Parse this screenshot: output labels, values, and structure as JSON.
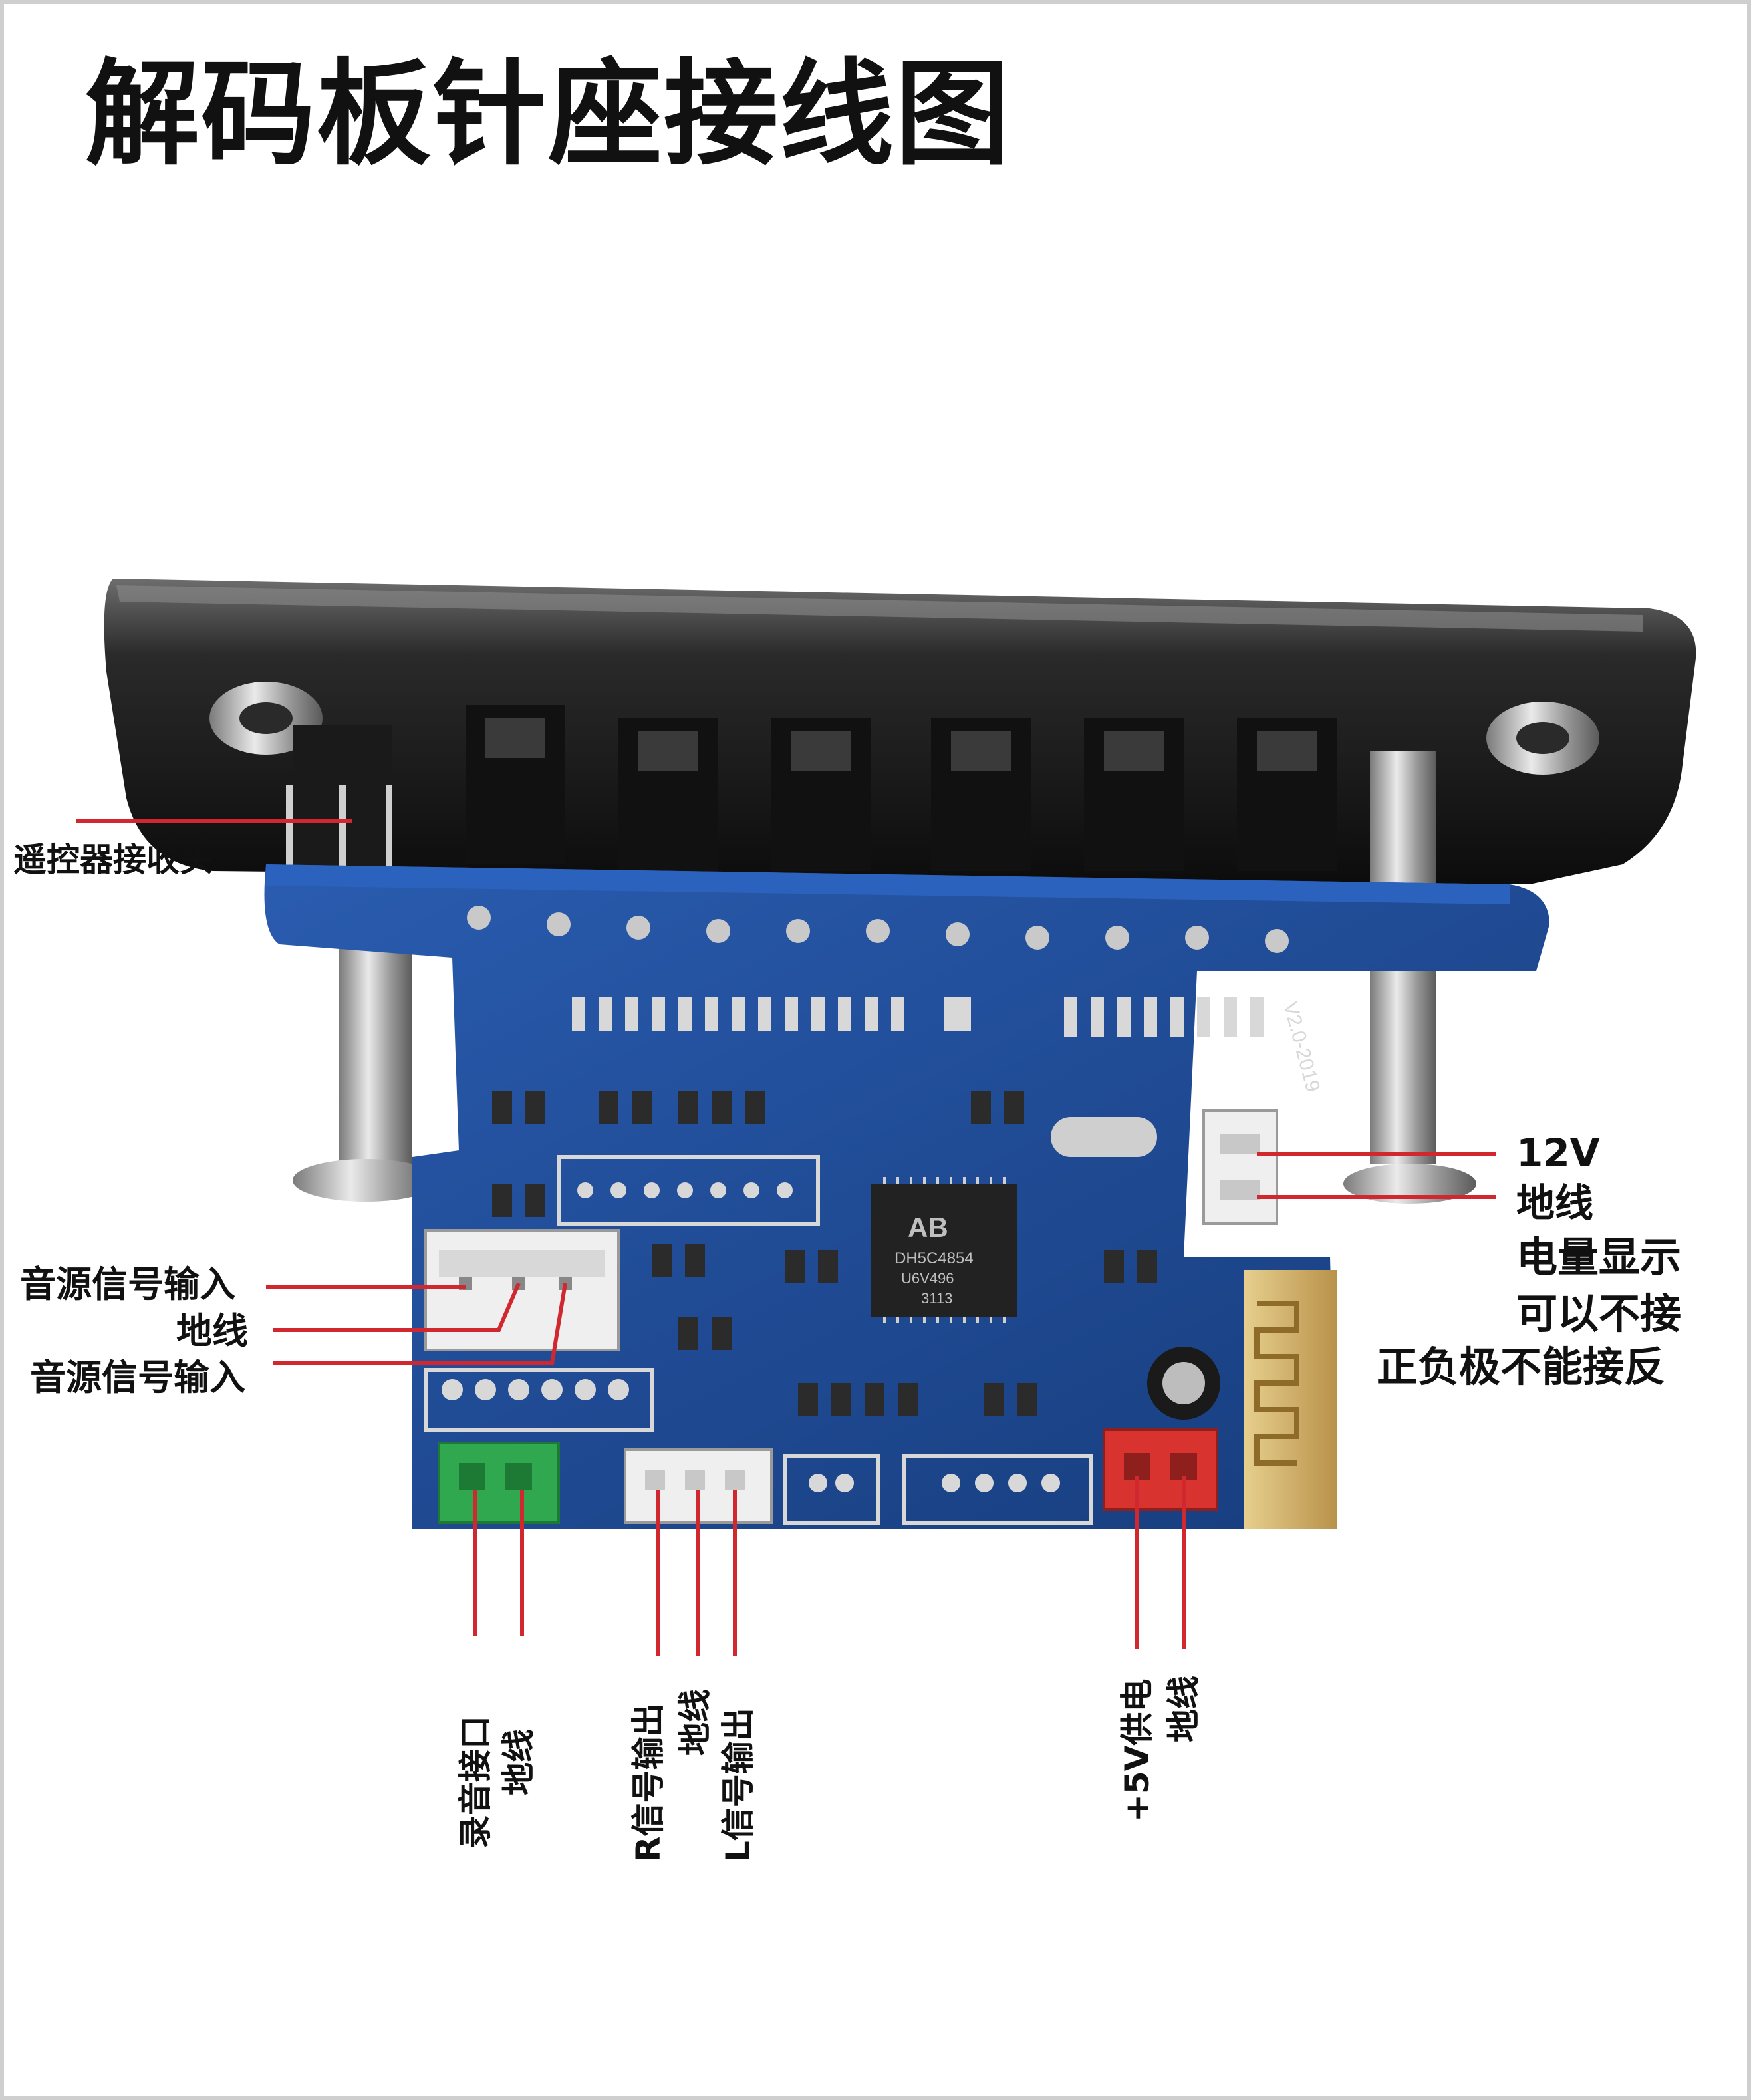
{
  "title": "解码板针座接线图",
  "board_chip_text": {
    "chip_logo": "AB",
    "chip_code": "DH5C4854",
    "chip_line2": "U6V496",
    "chip_line3": "3113",
    "silk_version": "V2.0-2019"
  },
  "labels": {
    "remote_receiver": "遥控器接收头",
    "source_in_top": "音源信号输入",
    "ground_mid": "地线",
    "source_in_bottom": "音源信号输入",
    "power_12v": "12V",
    "ground_12v": "地线",
    "battery_note": [
      "电量显示",
      "可以不接",
      "正负极不能接反"
    ],
    "record_port": "录音接口",
    "record_ground": "地线",
    "r_out": "R信号输出",
    "out_ground": "地线",
    "l_out": "L信号输出",
    "power_5v": "+5V供电",
    "ground_5v": "地线"
  },
  "colors": {
    "leader_line": "#d0282e",
    "pcb_blue": "#1f4d9a",
    "pcb_dark": "#163b7a",
    "panel_black": "#151515",
    "chrome": "#b9b9b9",
    "gold": "#c8a45a",
    "connector_white": "#efefef",
    "connector_green": "#2fa84f",
    "connector_red": "#d8332f",
    "text": "#111111"
  }
}
